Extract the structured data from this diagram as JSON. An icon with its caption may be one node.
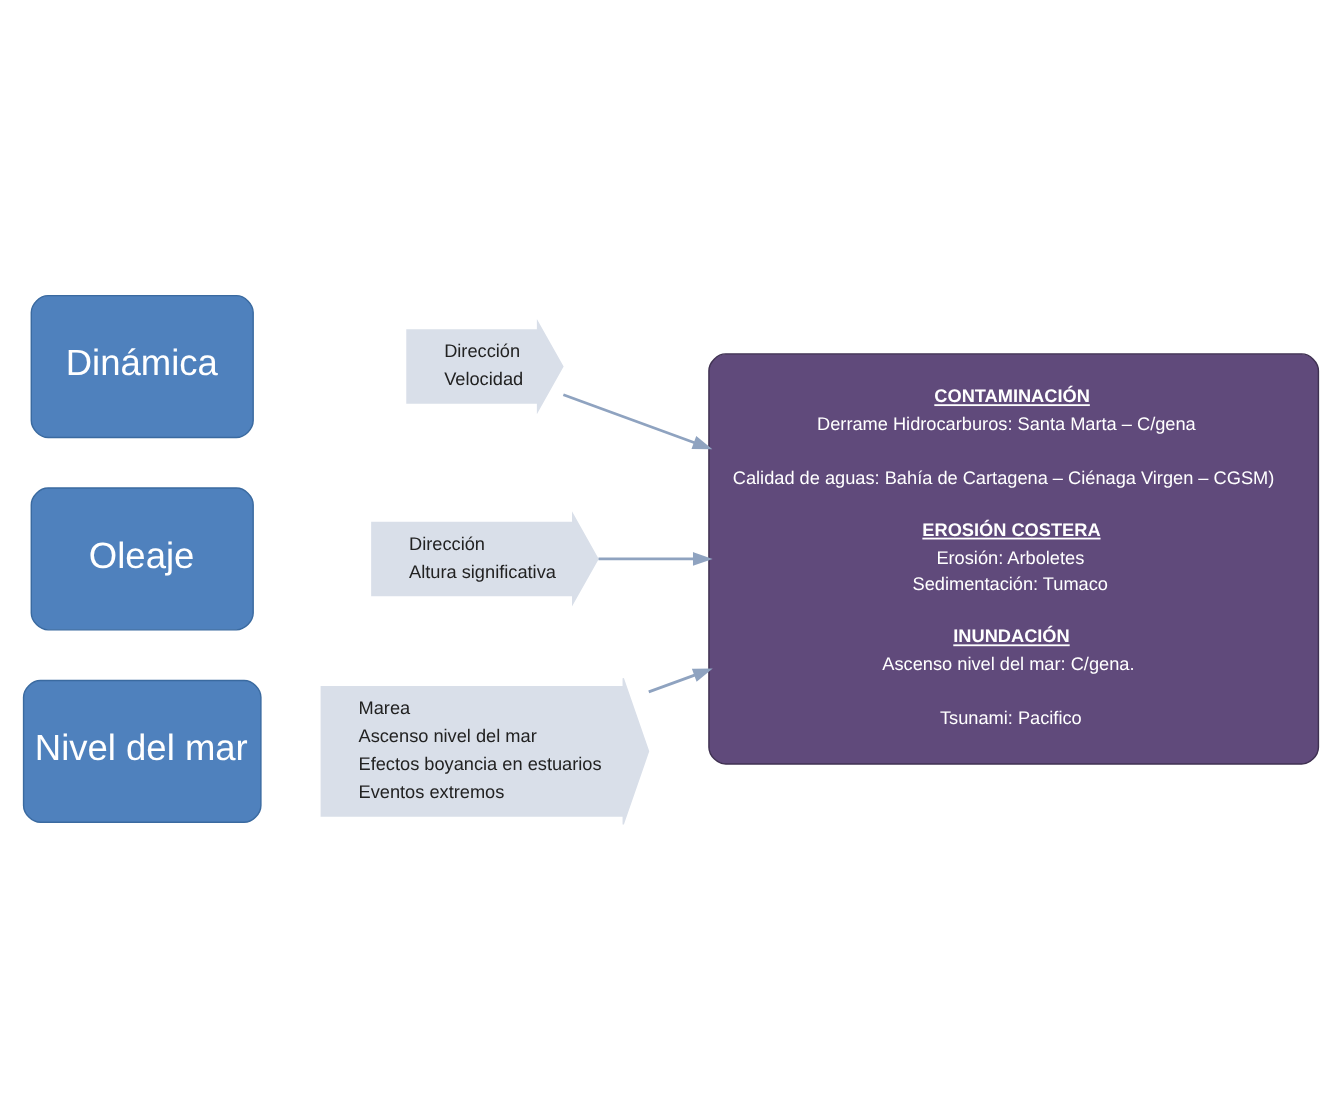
{
  "diagram": {
    "nodes": [
      {
        "text": [
          "Dinámica"
        ]
      },
      {
        "text": [
          "Dirección",
          "Velocidad"
        ]
      },
      {
        "text": [
          "Oleaje"
        ]
      },
      {
        "text": [
          "Dirección",
          "Altura significativa"
        ]
      },
      {
        "text": [
          "Nivel del mar"
        ]
      },
      {
        "text": [
          "Marea",
          "Ascenso nivel del mar",
          "Efectos boyancia en estuarios",
          "Eventos extremos"
        ]
      },
      {
        "text": [
          "CONTAMINACIÓN",
          "Derrame Hidrocarburos: Santa Marta – C/gena",
          "Calidad de aguas: Bahía de Cartagena – Ciénaga Virgen – CGSM)",
          "EROSIÓN COSTERA",
          "Erosión: Arboletes",
          "Sedimentación: Tumaco",
          "INUNDACIÓN",
          "Ascenso nivel del mar: C/gena.",
          "Tsunami: Pacifico"
        ]
      }
    ],
    "edges": [
      {
        "from": 1,
        "to": 6,
        "arrow": "to"
      },
      {
        "from": 3,
        "to": 6,
        "arrow": "to"
      },
      {
        "from": 5,
        "to": 6,
        "arrow": "to"
      }
    ]
  }
}
